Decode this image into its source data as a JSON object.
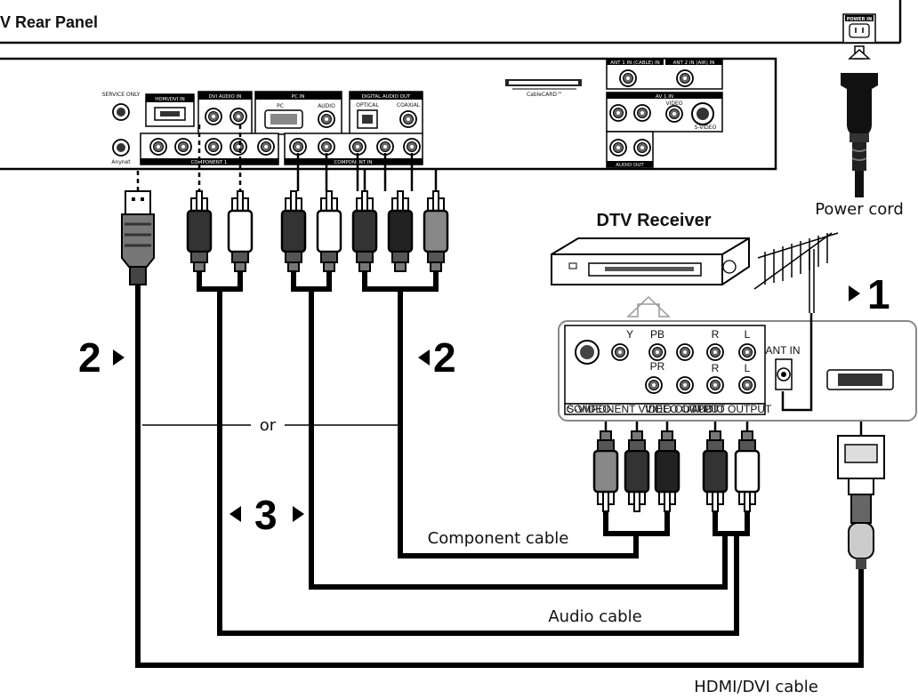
{
  "title": "V Rear Panel",
  "power_in_label": "POWER IN",
  "power_cord_label": "Power cord",
  "dtv_receiver_label": "DTV Receiver",
  "numbers": {
    "one": "1",
    "two_left": "2",
    "two_right": "2",
    "three": "3"
  },
  "or_label": "or",
  "cables": {
    "component": "Component cable",
    "audio": "Audio cable",
    "hdmi_dvi": "HDMI/DVI cable"
  },
  "tv_panel": {
    "service_only": "SERVICE ONLY",
    "anynet": "Anynet",
    "hdmi_dvi_in": "HDMI/DVI IN",
    "dvi_audio_in": "DVI AUDIO IN",
    "pc_in": "PC IN",
    "pc": "PC",
    "audio": "AUDIO",
    "digital_audio_out": "DIGITAL AUDIO OUT",
    "optical": "OPTICAL",
    "coaxial": "COAXIAL",
    "component1": "COMPONENT 1",
    "component2": "COMPONENT IN",
    "cablecard": "CableCARD™",
    "ant1": "ANT 1 IN (CABLE) IN",
    "ant2": "ANT 2 IN (AIR) IN",
    "av1_in": "AV 1 IN",
    "video": "VIDEO",
    "svideo": "S-VIDEO",
    "audio_out": "AUDIO OUT"
  },
  "receiver_panel": {
    "svideo": "S-VIDEO",
    "component_video_output": "COMPONENT VIDEO OUTPUT",
    "video_output": "VIDEO OUTPUT",
    "audio_output": "AUDIO OUTPUT",
    "ant_in": "ANT IN",
    "y": "Y",
    "pb": "PB",
    "pr": "PR",
    "r": "R",
    "l": "L"
  }
}
